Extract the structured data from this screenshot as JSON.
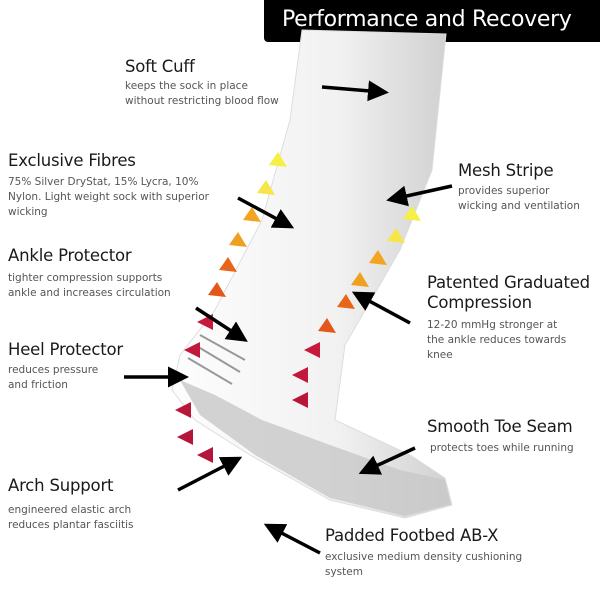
{
  "header": {
    "title": "Performance and Recovery"
  },
  "features": {
    "soft_cuff": {
      "title": "Soft Cuff",
      "desc": [
        "keeps the sock in place",
        "without restricting blood flow"
      ]
    },
    "exclusive_fibres": {
      "title": "Exclusive Fibres",
      "desc": [
        "75% Silver DryStat, 15% Lycra, 10%",
        "Nylon.  Light weight sock with superior",
        "wicking"
      ]
    },
    "ankle_protector": {
      "title": "Ankle Protector",
      "desc": [
        "tighter compression supports",
        "ankle and increases circulation"
      ]
    },
    "heel_protector": {
      "title": "Heel Protector",
      "desc": [
        "reduces pressure",
        "and friction"
      ]
    },
    "arch_support": {
      "title": "Arch Support",
      "desc": [
        "engineered elastic arch",
        "reduces plantar fasciitis"
      ]
    },
    "mesh_stripe": {
      "title": "Mesh Stripe",
      "desc": [
        "provides superior",
        "wicking and ventilation"
      ]
    },
    "graduated_compression": {
      "title": [
        "Patented Graduated",
        "Compression"
      ],
      "desc": [
        "12-20 mmHg stronger at",
        "the ankle reduces towards",
        "knee"
      ]
    },
    "smooth_toe_seam": {
      "title": "Smooth Toe Seam",
      "desc": [
        "protects toes while running"
      ]
    },
    "padded_footbed": {
      "title": "Padded Footbed AB-X",
      "desc": [
        "exclusive medium density cushioning",
        "system"
      ]
    }
  }
}
